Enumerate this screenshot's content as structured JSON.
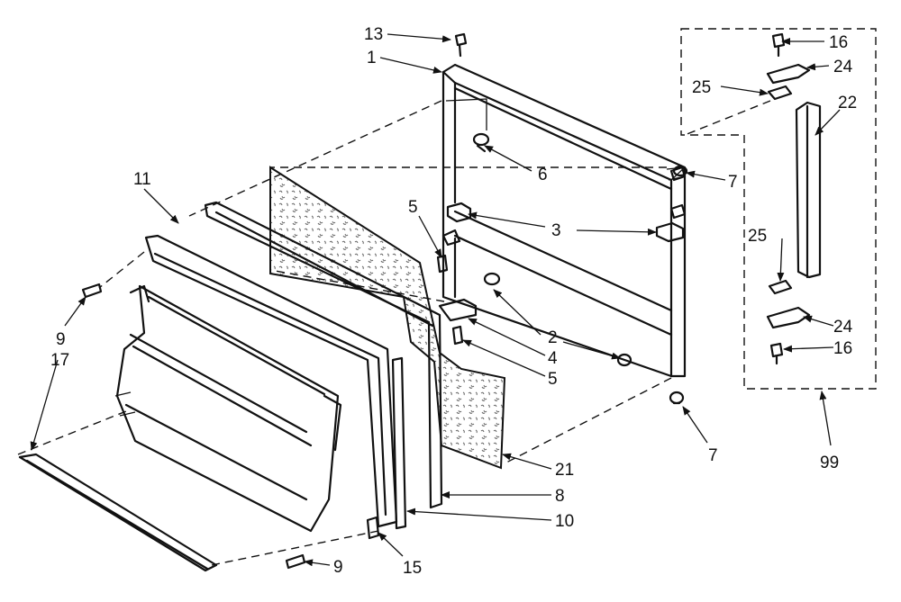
{
  "diagram": {
    "callouts": [
      "13",
      "1",
      "16",
      "24",
      "25",
      "22",
      "6",
      "7",
      "11",
      "5",
      "3",
      "25",
      "2",
      "4",
      "5",
      "24",
      "16",
      "9",
      "17",
      "7",
      "21",
      "8",
      "10",
      "9",
      "15",
      "99"
    ]
  }
}
